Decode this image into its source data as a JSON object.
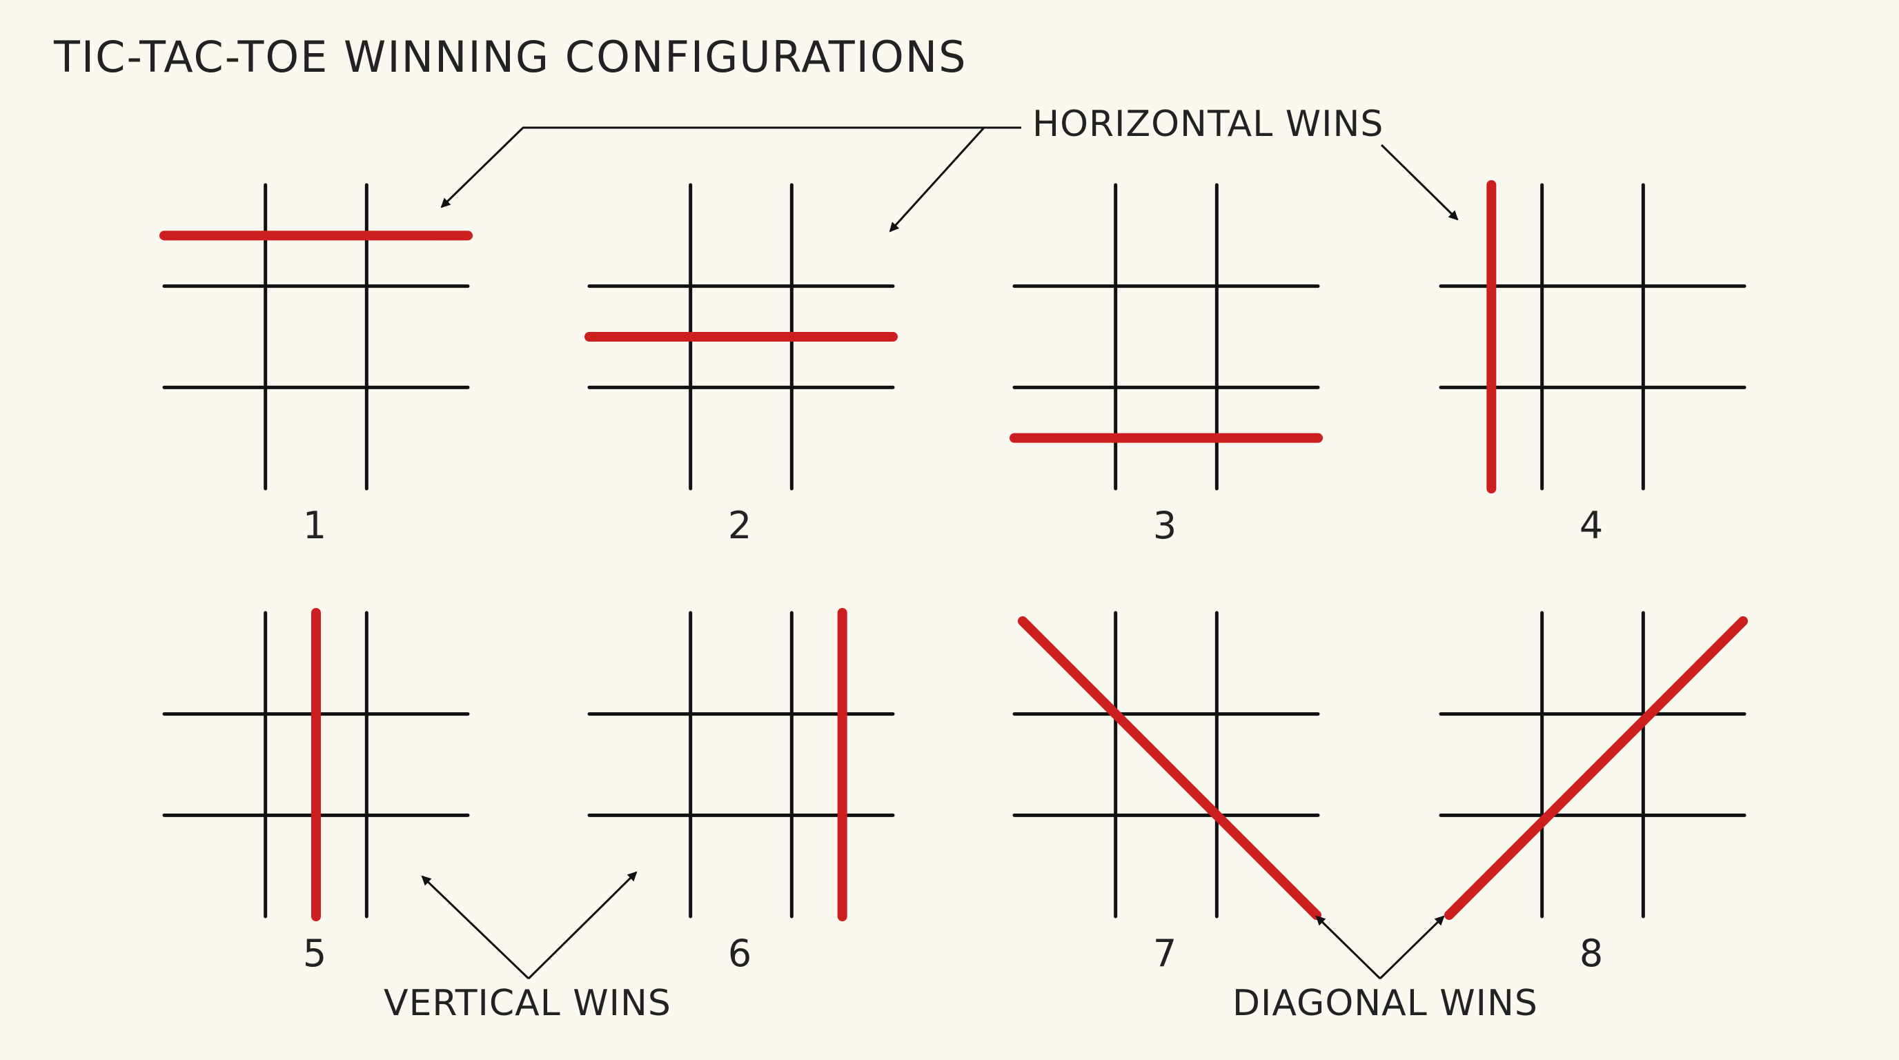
{
  "title": "TIC-TAC-TOE WINNING CONFIGURATIONS",
  "labels": {
    "horizontal": "HORIZONTAL WINS",
    "vertical": "VERTICAL WINS",
    "diagonal": "DIAGONAL WINS"
  },
  "colors": {
    "background": "#fbf8ef",
    "grid_line": "#111111",
    "shadow": "#c9c4ba",
    "win_line": "#cc1f1f",
    "text": "#222222"
  },
  "grids": [
    {
      "number": "1",
      "win": "horizontal",
      "index": 0
    },
    {
      "number": "2",
      "win": "horizontal",
      "index": 1
    },
    {
      "number": "3",
      "win": "horizontal",
      "index": 2
    },
    {
      "number": "4",
      "win": "vertical",
      "index": 0
    },
    {
      "number": "5",
      "win": "vertical",
      "index": 1
    },
    {
      "number": "6",
      "win": "vertical",
      "index": 2
    },
    {
      "number": "7",
      "win": "diagonal",
      "index": 0
    },
    {
      "number": "8",
      "win": "diagonal",
      "index": 1
    }
  ]
}
